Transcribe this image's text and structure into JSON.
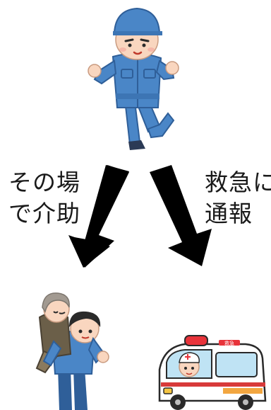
{
  "labels": {
    "left": {
      "line1": "その場",
      "line2": "で介助"
    },
    "right": {
      "line1": "救急に",
      "line2": "通報"
    }
  },
  "ambulance": {
    "roof_text": "救急"
  },
  "colors": {
    "uniform": "#4a86c7",
    "uniform_dark": "#2f5f99",
    "skin": "#f9d6bf",
    "hair": "#2a2a2a",
    "arrow": "#000000",
    "siren": "#e8333a",
    "ambulance_body": "#ffffff",
    "ambulance_outline": "#2a2a2a",
    "stripe": "#d83a3a",
    "elder_shirt": "#6b5f49",
    "elder_hair": "#a29a91"
  },
  "icons": [
    "running-worker-icon",
    "arrow-down-left-icon",
    "arrow-down-right-icon",
    "piggyback-rescue-icon",
    "ambulance-icon"
  ]
}
